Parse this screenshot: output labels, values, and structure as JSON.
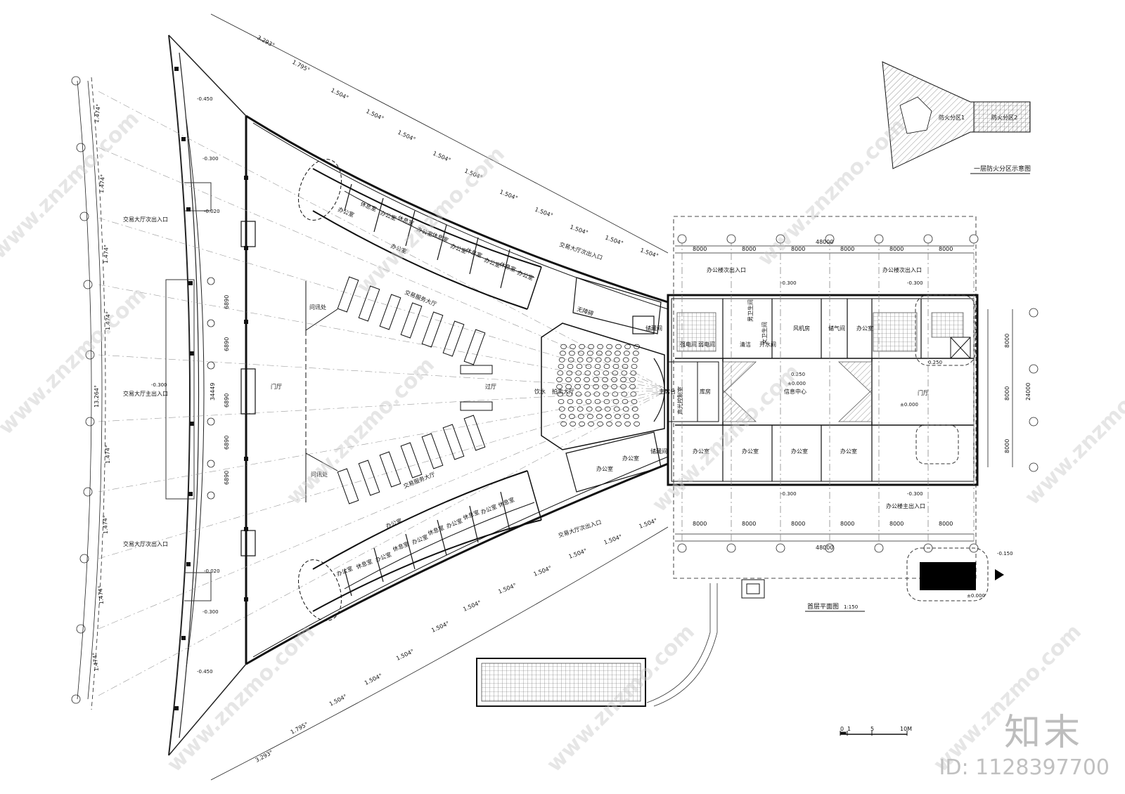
{
  "drawing": {
    "title": "首层平面图",
    "scale": "1:150",
    "scale_bar": [
      "0",
      "1",
      "5",
      "10M"
    ]
  },
  "legend": {
    "title": "一层防火分区示意图",
    "zone1": "防火分区1",
    "zone2": "防火分区2"
  },
  "entrances": {
    "hall_secondary_top": "交易大厅次出入口",
    "hall_main": "交易大厅主出入口",
    "hall_secondary_bottom": "交易大厅次出入口",
    "hall_secondary_ne": "交易大厅次出入口",
    "hall_secondary_se": "交易大厅次出入口",
    "office_secondary": "办公楼次出入口",
    "office_secondary_2": "办公楼次出入口",
    "office_main": "办公楼主出入口"
  },
  "rooms": {
    "foyer": "门厅",
    "passage": "过厅",
    "service_hall_top": "交易服务大厅",
    "service_hall_bottom": "交易服务大厅",
    "inquiry_top": "问讯处",
    "inquiry_bottom": "问讯处",
    "auction_hall": "拍卖大厅",
    "drinking": "饮水",
    "chair_stage": "主席台",
    "av_control": "声光控制室",
    "storage": "库房",
    "storage_room": "储藏间",
    "info_center": "信息中心",
    "office_lobby": "门厅",
    "fan_room": "风机房",
    "gas_room": "储气间",
    "strong_elec": "强电间",
    "weak_elec": "弱电间",
    "cleaning": "清洁",
    "water": "开水间",
    "male_wc": "男卫生间",
    "female_wc": "女卫生间",
    "barrier_free": "无障碍",
    "office": "办公室",
    "rest": "休息室"
  },
  "dimensions": {
    "bay": "8000",
    "total_width": "48000",
    "total_depth": "24000",
    "hall_bay": "6890",
    "hall_depth": "34449",
    "angle_small": "1.474°",
    "angle_mid": "1.504°",
    "angle_big": "1.795°",
    "angle_end": "3.293°",
    "angle_total": "13.264°",
    "levels": [
      "-0.450",
      "-0.300",
      "-0.020",
      "±0.000",
      "0.250",
      "-0.150"
    ]
  },
  "watermark": {
    "site": "www.znzmo.com",
    "brand": "知末",
    "id": "ID: 1128397700"
  }
}
